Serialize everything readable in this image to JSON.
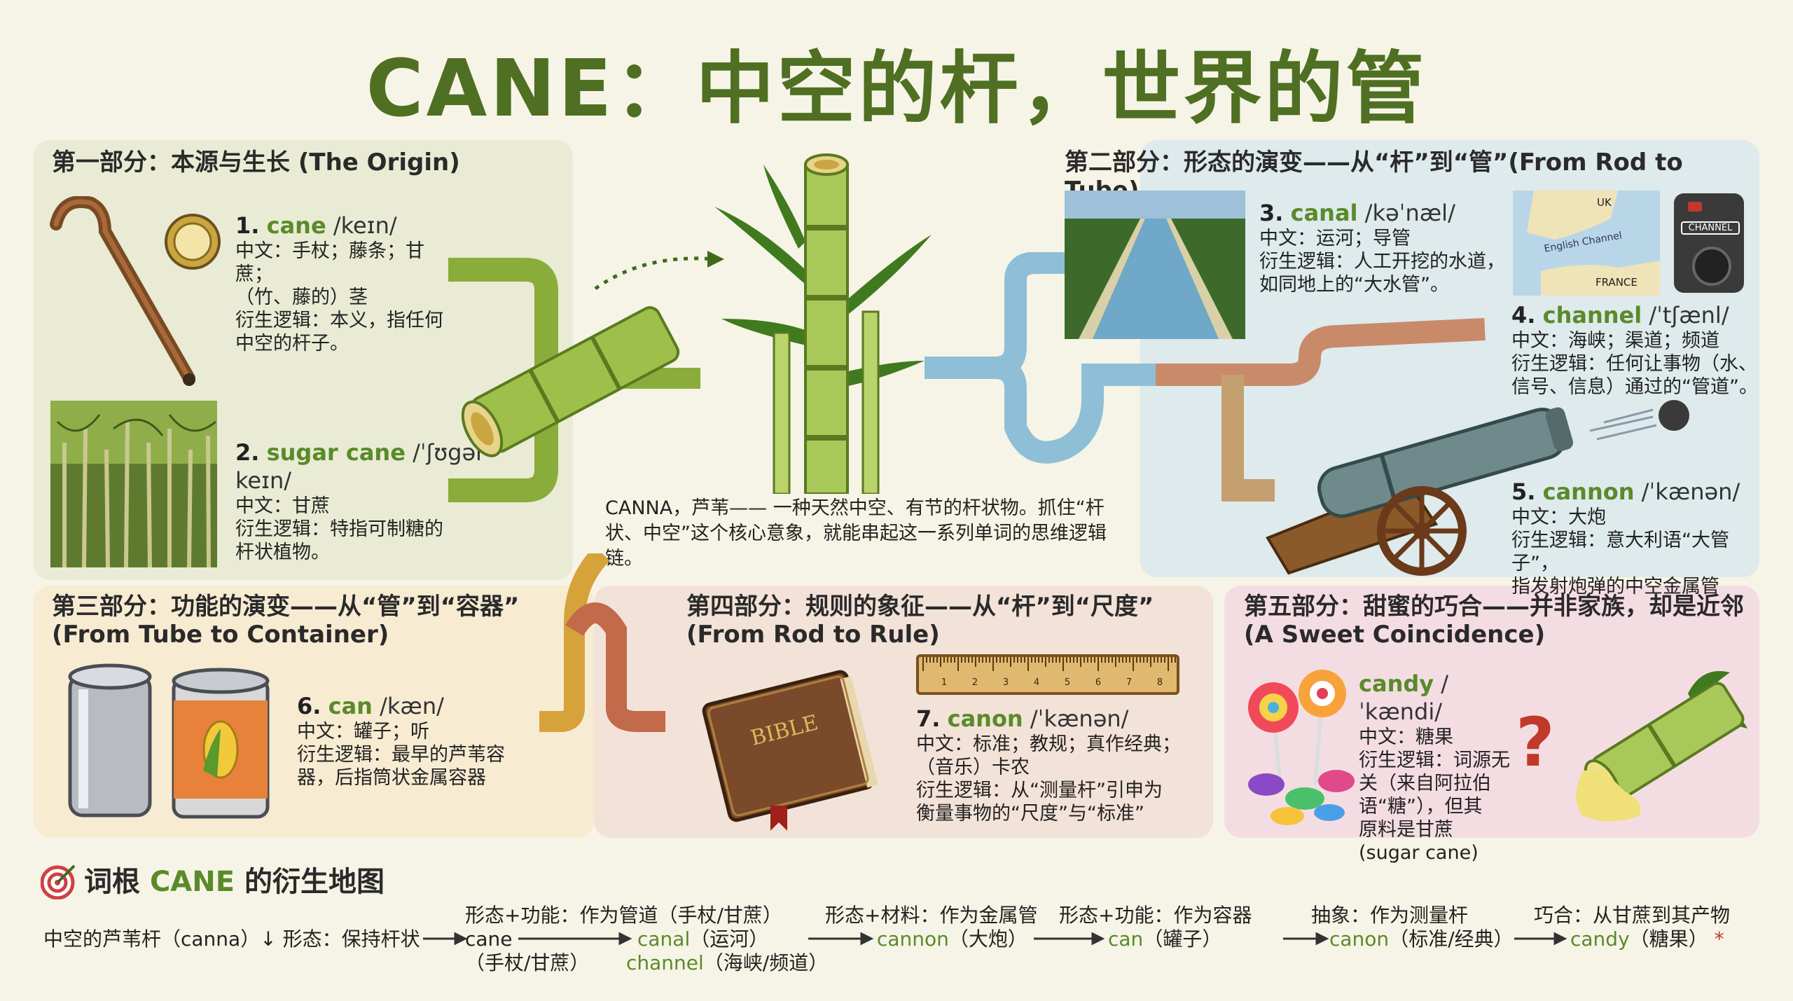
{
  "title": "CANE：中空的杆，世界的管",
  "part1": {
    "heading": "第一部分：本源与生长 (The Origin)",
    "e1": {
      "num": "1.",
      "word": "cane",
      "ipa": "/keɪn/",
      "l1": "中文：手杖；藤条；甘蔗；",
      "l2": "（竹、藤的）茎",
      "l3": "衍生逻辑：本义，指任何",
      "l4": "中空的杆子。"
    },
    "e2": {
      "num": "2.",
      "word": "sugar cane",
      "ipa": "/ˈʃʊgər keɪn/",
      "l1": "中文：甘蔗",
      "l2": "衍生逻辑：特指可制糖的",
      "l3": "杆状植物。"
    }
  },
  "center_note": "CANNA，芦苇—— 一种天然中空、有节的杆状物。抓住“杆状、中空”这个核心意象，就能串起这一系列单词的思维逻辑链。",
  "part2": {
    "heading": "第二部分：形态的演变——从“杆”到“管”(From Rod to Tube)",
    "e3": {
      "num": "3.",
      "word": "canal",
      "ipa": "/kəˈnæl/",
      "l1": "中文：运河；导管",
      "l2": "衍生逻辑：人工开挖的水道，",
      "l3": "如同地上的“大水管”。"
    },
    "map": {
      "uk": "UK",
      "channel": "English Channel",
      "france": "FRANCE"
    },
    "remote_label": "CHANNEL",
    "e4": {
      "num": "4.",
      "word": "channel",
      "ipa": "/ˈtʃænl/",
      "l1": "中文：海峡；渠道；频道",
      "l2": "衍生逻辑：任何让事物（水、",
      "l3": "信号、信息）通过的“管道”。"
    },
    "e5": {
      "num": "5.",
      "word": "cannon",
      "ipa": "/ˈkænən/",
      "l1": "中文：大炮",
      "l2": "衍生逻辑：意大利语“大管子”，",
      "l3": "指发射炮弹的中空金属管"
    }
  },
  "part3": {
    "heading1": "第三部分：功能的演变——从“管”到“容器”",
    "heading2": "(From Tube to Container)",
    "e6": {
      "num": "6.",
      "word": "can",
      "ipa": "/kæn/",
      "l1": "中文：罐子；听",
      "l2": "衍生逻辑：最早的芦苇容",
      "l3": "器，后指筒状金属容器"
    }
  },
  "part4": {
    "heading1": "第四部分：规则的象征——从“杆”到“尺度”",
    "heading2": "(From Rod to Rule)",
    "book_label": "BIBLE",
    "ruler_ticks": [
      "1",
      "2",
      "3",
      "4",
      "5",
      "6",
      "7",
      "8"
    ],
    "e7": {
      "num": "7.",
      "word": "canon",
      "ipa": "/ˈkænən/",
      "l1": "中文：标准；教规；真作经典；",
      "l2": "（音乐）卡农",
      "l3": "衍生逻辑：从“测量杆”引申为",
      "l4": "衡量事物的“尺度”与“标准”"
    }
  },
  "part5": {
    "heading1": "第五部分：甜蜜的巧合——并非家族，却是近邻",
    "heading2": "(A Sweet Coincidence)",
    "e8": {
      "word": "candy",
      "ipa": "/ˈkændi/",
      "l1": "中文：糖果",
      "l2": "衍生逻辑：词源无",
      "l3": "关（来自阿拉伯",
      "l4": "语“糖”），但其",
      "l5": "原料是甘蔗",
      "l6": "(sugar cane)"
    },
    "qmark": "?"
  },
  "map": {
    "title_pre": "词根 ",
    "title_root": "CANE",
    "title_post": " 的衍生地图",
    "start": "中空的芦苇杆（canna）↓ 形态：保持杆状",
    "s1": {
      "top": "形态+功能：作为管道（手杖/甘蔗）",
      "word": "cane",
      "sub": "（手杖/甘蔗）"
    },
    "s2": {
      "word": "canal",
      "gloss": "（运河）",
      "w2": "channel",
      "g2": "（海峡/频道）"
    },
    "s3": {
      "top": "形态+材料：作为金属管",
      "word": "cannon",
      "gloss": "（大炮）"
    },
    "s4": {
      "top": "形态+功能：作为容器",
      "word": "can",
      "gloss": "（罐子）"
    },
    "s5": {
      "top": "抽象：作为测量杆",
      "word": "canon",
      "gloss": "（标准/经典）"
    },
    "s6": {
      "top": "巧合：从甘蔗到其产物",
      "word": "candy",
      "gloss": "（糖果）",
      "star": "*"
    }
  },
  "colors": {
    "green": "#5a8a2a",
    "title": "#4f6f22"
  }
}
